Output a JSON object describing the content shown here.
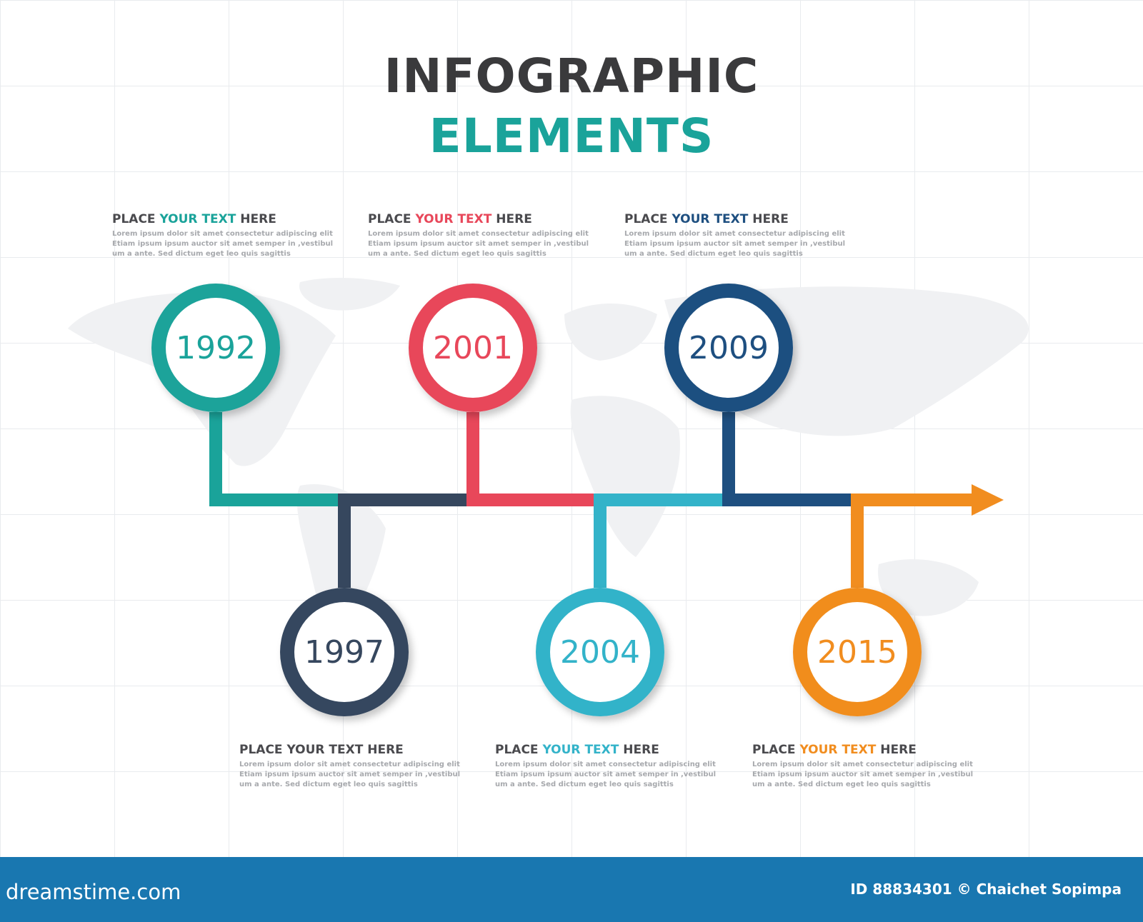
{
  "title": {
    "line1": "INFOGRAPHIC",
    "line2": "ELEMENTS"
  },
  "colors": {
    "teal": "#1aa39a",
    "red": "#e8475a",
    "navy": "#1e4f80",
    "slate": "#36475e",
    "cyan": "#33b3c9",
    "orange": "#f18d1f",
    "heading_gray": "#4a4a4e",
    "footer": "#1977b0"
  },
  "milestones": [
    {
      "year": "1992",
      "color": "#1aa39a",
      "heading": {
        "pre": "PLACE ",
        "highlight": "YOUR TEXT",
        "post": " HERE"
      },
      "body": [
        "Lorem ipsum dolor sit amet  consectetur adipiscing elit",
        "Etiam ipsum ipsum  auctor sit amet semper in ,vestibul",
        "um a ante. Sed dictum eget leo quis sagittis"
      ]
    },
    {
      "year": "1997",
      "color": "#36475e",
      "heading": {
        "pre": "PLACE YOUR TEXT HERE",
        "highlight": "",
        "post": ""
      },
      "body": [
        "Lorem ipsum dolor sit amet  consectetur adipiscing elit",
        "Etiam ipsum ipsum  auctor sit amet semper in ,vestibul",
        "um a ante. Sed dictum eget leo quis sagittis"
      ]
    },
    {
      "year": "2001",
      "color": "#e8475a",
      "heading": {
        "pre": "PLACE ",
        "highlight": "YOUR TEXT",
        "post": " HERE"
      },
      "body": [
        "Lorem ipsum dolor sit amet  consectetur adipiscing elit",
        "Etiam ipsum ipsum  auctor sit amet semper in ,vestibul",
        "um a ante. Sed dictum eget leo quis sagittis"
      ]
    },
    {
      "year": "2004",
      "color": "#33b3c9",
      "heading": {
        "pre": "PLACE ",
        "highlight": "YOUR TEXT",
        "post": " HERE"
      },
      "body": [
        "Lorem ipsum dolor sit amet  consectetur adipiscing elit",
        "Etiam ipsum ipsum  auctor sit amet semper in ,vestibul",
        "um a ante. Sed dictum eget leo quis sagittis"
      ]
    },
    {
      "year": "2009",
      "color": "#1e4f80",
      "heading": {
        "pre": "PLACE ",
        "highlight": "YOUR TEXT",
        "post": " HERE"
      },
      "body": [
        "Lorem ipsum dolor sit amet  consectetur adipiscing elit",
        "Etiam ipsum ipsum  auctor sit amet semper in ,vestibul",
        "um a ante. Sed dictum eget leo quis sagittis"
      ]
    },
    {
      "year": "2015",
      "color": "#f18d1f",
      "heading": {
        "pre": "PLACE ",
        "highlight": "YOUR TEXT",
        "post": " HERE"
      },
      "body": [
        "Lorem ipsum dolor sit amet  consectetur adipiscing elit",
        "Etiam ipsum ipsum  auctor sit amet semper in ,vestibul",
        "um a ante. Sed dictum eget leo quis sagittis"
      ]
    }
  ],
  "footer": {
    "brand": "dreamstime.com",
    "credit": "ID 88834301 © Chaichet Sopimpa"
  }
}
